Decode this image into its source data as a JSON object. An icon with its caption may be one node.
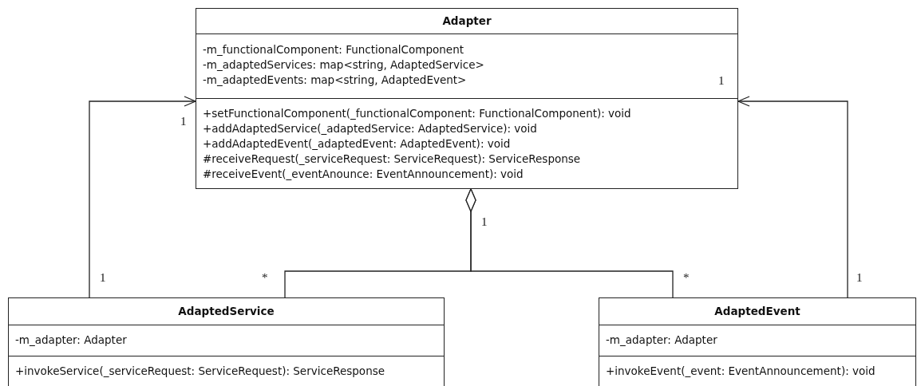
{
  "diagram": {
    "nodes": [
      {
        "text": [
          "Adapter",
          "-m_functionalComponent: FunctionalComponent",
          "-m_adaptedServices: map<string, AdaptedService>",
          "-m_adaptedEvents: map<string, AdaptedEvent>",
          "+setFunctionalComponent(_functionalComponent: FunctionalComponent): void",
          "+addAdaptedService(_adaptedService: AdaptedService): void",
          "+addAdaptedEvent(_adaptedEvent: AdaptedEvent): void",
          "#receiveRequest(_serviceRequest: ServiceRequest): ServiceResponse",
          "#receiveEvent(_eventAnounce: EventAnnouncement): void"
        ]
      },
      {
        "text": [
          "AdaptedService",
          "-m_adapter: Adapter",
          "+invokeService(_serviceRequest: ServiceRequest): ServiceResponse"
        ]
      },
      {
        "text": [
          "AdaptedEvent",
          "-m_adapter: Adapter",
          "+invokeEvent(_event: EventAnnouncement): void"
        ]
      }
    ],
    "edges": [
      {
        "from": 1,
        "to": 0,
        "arrow": "to"
      },
      {
        "from": 2,
        "to": 0,
        "arrow": "to"
      },
      {
        "from": 0,
        "to": 1,
        "arrow": "other"
      },
      {
        "from": 0,
        "to": 2,
        "arrow": "other"
      }
    ],
    "labels": [
      "1",
      "1",
      "1",
      "1",
      "*",
      "*",
      "1"
    ]
  }
}
